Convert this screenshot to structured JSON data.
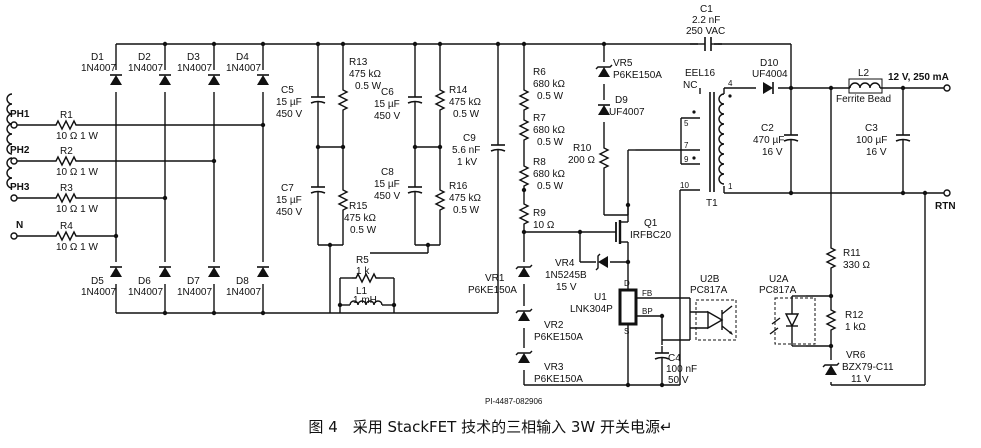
{
  "caption": "图 4　采用 StackFET 技术的三相输入 3W 开关电源↵",
  "drawing_id": "PI-4487-082906",
  "inputs": [
    "PH1",
    "PH2",
    "PH3",
    "N"
  ],
  "resistors_in": [
    {
      "ref": "R1",
      "val": "10 Ω 1 W"
    },
    {
      "ref": "R2",
      "val": "10 Ω 1 W"
    },
    {
      "ref": "R3",
      "val": "10 Ω 1 W"
    },
    {
      "ref": "R4",
      "val": "10 Ω 1 W"
    }
  ],
  "diodes_top": [
    {
      "ref": "D1",
      "val": "1N4007"
    },
    {
      "ref": "D2",
      "val": "1N4007"
    },
    {
      "ref": "D3",
      "val": "1N4007"
    },
    {
      "ref": "D4",
      "val": "1N4007"
    }
  ],
  "diodes_bot": [
    {
      "ref": "D5",
      "val": "1N4007"
    },
    {
      "ref": "D6",
      "val": "1N4007"
    },
    {
      "ref": "D7",
      "val": "1N4007"
    },
    {
      "ref": "D8",
      "val": "1N4007"
    }
  ],
  "c5": {
    "ref": "C5",
    "v1": "15 µF",
    "v2": "450 V"
  },
  "c7": {
    "ref": "C7",
    "v1": "15 µF",
    "v2": "450 V"
  },
  "c6": {
    "ref": "C6",
    "v1": "15 µF",
    "v2": "450 V"
  },
  "c8": {
    "ref": "C8",
    "v1": "15 µF",
    "v2": "450 V"
  },
  "r13": {
    "ref": "R13",
    "v1": "475 kΩ",
    "v2": "0.5 W"
  },
  "r15": {
    "ref": "R15",
    "v1": "475 kΩ",
    "v2": "0.5 W"
  },
  "r14": {
    "ref": "R14",
    "v1": "475 kΩ",
    "v2": "0.5 W"
  },
  "r16": {
    "ref": "R16",
    "v1": "475 kΩ",
    "v2": "0.5 W"
  },
  "r5": {
    "ref": "R5",
    "v1": "1 k"
  },
  "l1": {
    "ref": "L1",
    "v1": "1 mH"
  },
  "c9": {
    "ref": "C9",
    "v1": "5.6 nF",
    "v2": "1 kV"
  },
  "r6": {
    "ref": "R6",
    "v1": "680 kΩ",
    "v2": "0.5 W"
  },
  "r7": {
    "ref": "R7",
    "v1": "680 kΩ",
    "v2": "0.5 W"
  },
  "r8": {
    "ref": "R8",
    "v1": "680 kΩ",
    "v2": "0.5 W"
  },
  "r9": {
    "ref": "R9",
    "v1": "10 Ω"
  },
  "vr1": {
    "ref": "VR1",
    "v1": "P6KE150A"
  },
  "vr2": {
    "ref": "VR2",
    "v1": "P6KE150A"
  },
  "vr3": {
    "ref": "VR3",
    "v1": "P6KE150A"
  },
  "vr4": {
    "ref": "VR4",
    "v1": "1N5245B",
    "v2": "15 V"
  },
  "vr5": {
    "ref": "VR5",
    "v1": "P6KE150A"
  },
  "d9": {
    "ref": "D9",
    "v1": "UF4007"
  },
  "r10": {
    "ref": "R10",
    "v1": "200 Ω"
  },
  "q1": {
    "ref": "Q1",
    "v1": "IRFBC20"
  },
  "u1": {
    "ref": "U1",
    "v1": "LNK304P",
    "pin_d": "D",
    "pin_s": "S",
    "pin_fb": "FB",
    "pin_bp": "BP"
  },
  "u2b": {
    "ref": "U2B",
    "v1": "PC817A"
  },
  "u2a": {
    "ref": "U2A",
    "v1": "PC817A"
  },
  "c4": {
    "ref": "C4",
    "v1": "100 nF",
    "v2": "50 V"
  },
  "c1": {
    "ref": "C1",
    "v1": "2.2 nF",
    "v2": "250 VAC"
  },
  "t1": {
    "ref": "T1",
    "core": "EEL16",
    "nc": "NC",
    "pins": [
      "5",
      "7",
      "9",
      "10",
      "4",
      "1"
    ]
  },
  "d10": {
    "ref": "D10",
    "v1": "UF4004"
  },
  "c2": {
    "ref": "C2",
    "v1": "470 µF",
    "v2": "16 V"
  },
  "l2": {
    "ref": "L2",
    "v1": "Ferrite Bead"
  },
  "c3": {
    "ref": "C3",
    "v1": "100 µF",
    "v2": "16 V"
  },
  "r11": {
    "ref": "R11",
    "v1": "330 Ω"
  },
  "r12": {
    "ref": "R12",
    "v1": "1 kΩ"
  },
  "vr6": {
    "ref": "VR6",
    "v1": "BZX79-C11",
    "v2": "11 V"
  },
  "out": {
    "pos": "12 V, 250 mA",
    "rtn": "RTN"
  }
}
